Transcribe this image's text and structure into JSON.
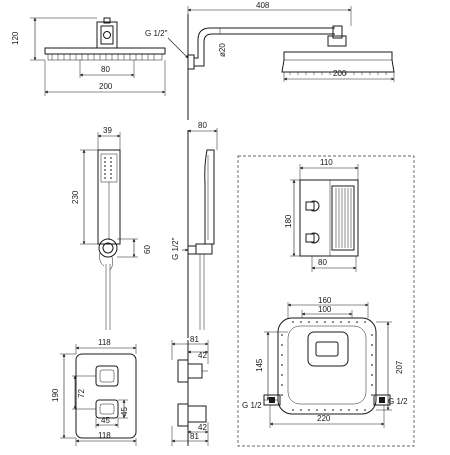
{
  "labels": {
    "d408": "408",
    "d120": "120",
    "g12_arm": "G 1/2\"",
    "d20": "ø20",
    "d80_head": "80",
    "d200_head_left": "200",
    "d200_head_right": "200",
    "d39": "39",
    "d230": "230",
    "d60": "60",
    "d80_side": "80",
    "g12_side": "G 1/2\"",
    "d110": "110",
    "d180": "180",
    "d80_box": "80",
    "d160": "160",
    "d100": "100",
    "d145": "145",
    "d207": "207",
    "d220": "220",
    "g12_left": "G 1/2",
    "g12_right": "G 1/2",
    "d118_top": "118",
    "d190": "190",
    "d72": "72",
    "d45_v": "45",
    "d45_h": "45",
    "d118_bottom": "118",
    "d81_top": "81",
    "d42_top": "42",
    "d42_bottom": "42",
    "d81_bottom": "81"
  }
}
